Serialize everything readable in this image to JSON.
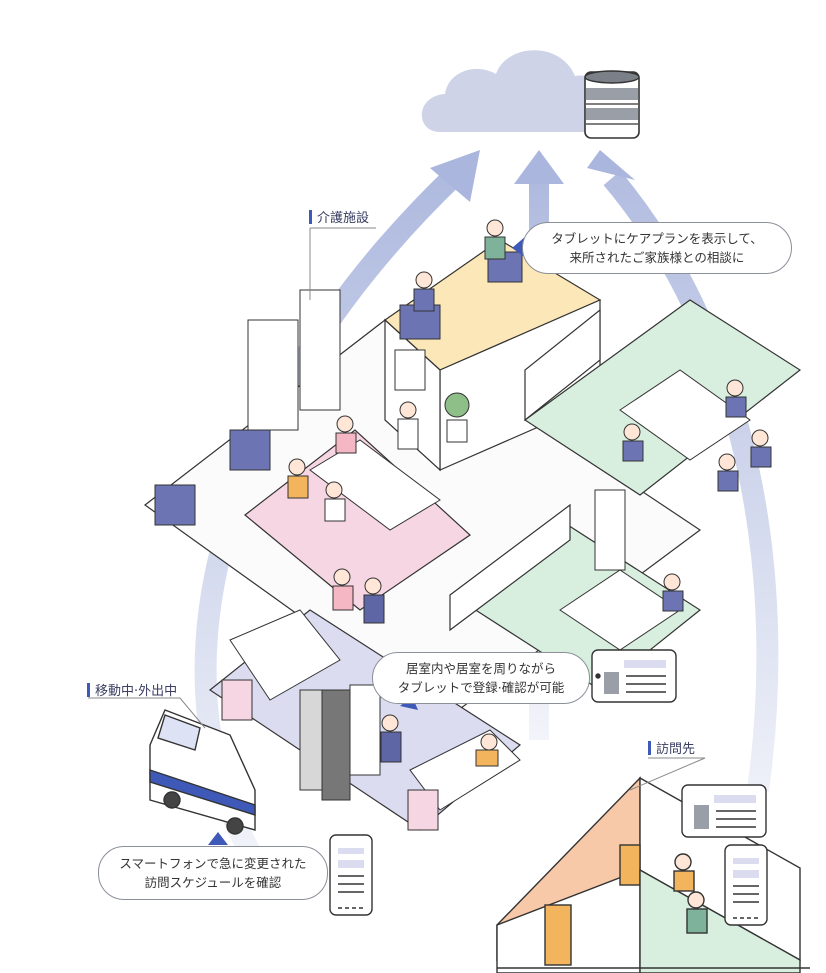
{
  "labels": {
    "facility": "介護施設",
    "mobile": "移動中·外出中",
    "visit": "訪問先"
  },
  "callouts": {
    "tablet_careplan": {
      "line1": "タブレットにケアプランを表示して、",
      "line2": "来所されたご家族様との相談に"
    },
    "tablet_room": {
      "line1": "居室内や居室を周りながら",
      "line2": "タブレットで登録·確認が可能"
    },
    "smartphone": {
      "line1": "スマートフォンで急に変更された",
      "line2": "訪問スケジュールを確認"
    }
  },
  "colors": {
    "arrow": "#aab6dd",
    "cloud": "#cfd3e8",
    "accent": "#3f59b8",
    "zone_yellow": "#fbe7b8",
    "zone_green": "#d8efdf",
    "zone_pink": "#f6d6e2",
    "zone_lavender": "#dcdcf1",
    "roof": "#f8c9a8"
  },
  "icons": [
    "cloud-icon",
    "database-icon",
    "tablet-icon",
    "smartphone-icon",
    "van-icon",
    "house-icon"
  ]
}
